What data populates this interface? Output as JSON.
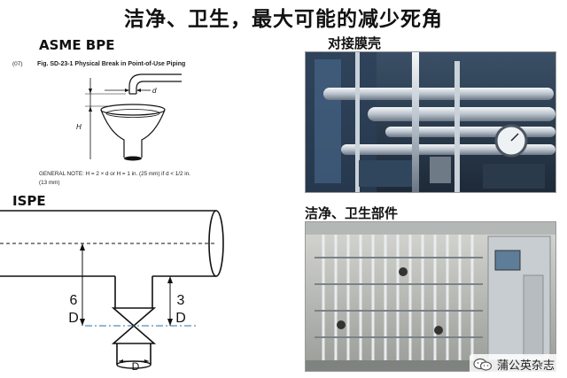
{
  "title": "洁净、卫生，最大可能的减少死角",
  "sections": {
    "asme": "ASME BPE",
    "ispe": "ISPE",
    "membrane": "对接膜壳",
    "sanitary": "洁净、卫生部件"
  },
  "asme_fig": {
    "number": "(07)",
    "caption": "Fig. SD-23-1   Physical Break in Point-of-Use Piping",
    "label_d": "d",
    "label_h": "H",
    "note_line1": "GENERAL NOTE:  H = 2 × d or H = 1 in. (25 mm) if d < 1/2 in.",
    "note_line2": "(13 mm)"
  },
  "ispe_fig": {
    "label_6": "6",
    "label_3": "3",
    "label_d_left": "D",
    "label_d_right": "D",
    "label_d_bottom": "D"
  },
  "watermark": {
    "text": "蒲公英杂志",
    "icon": "wechat-icon"
  },
  "colors": {
    "line": "#111111",
    "dashed_blue": "#2a6fb0"
  }
}
